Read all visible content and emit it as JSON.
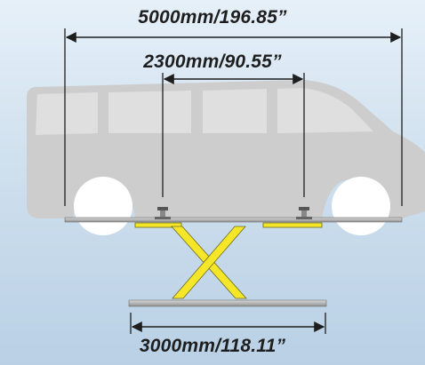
{
  "dimensions": {
    "overall_length": "5000mm/196.85”",
    "wheelbase": "2300mm/90.55”",
    "platform_length": "3000mm/118.11”"
  },
  "colors": {
    "car_body": "#cdcdcd",
    "wheel": "#ffffff",
    "lift_arm": "#f5e629",
    "lift_arm_outline": "#6b6b20",
    "platform": "#b3b3b3",
    "dimension_line": "#1e1e1e"
  }
}
